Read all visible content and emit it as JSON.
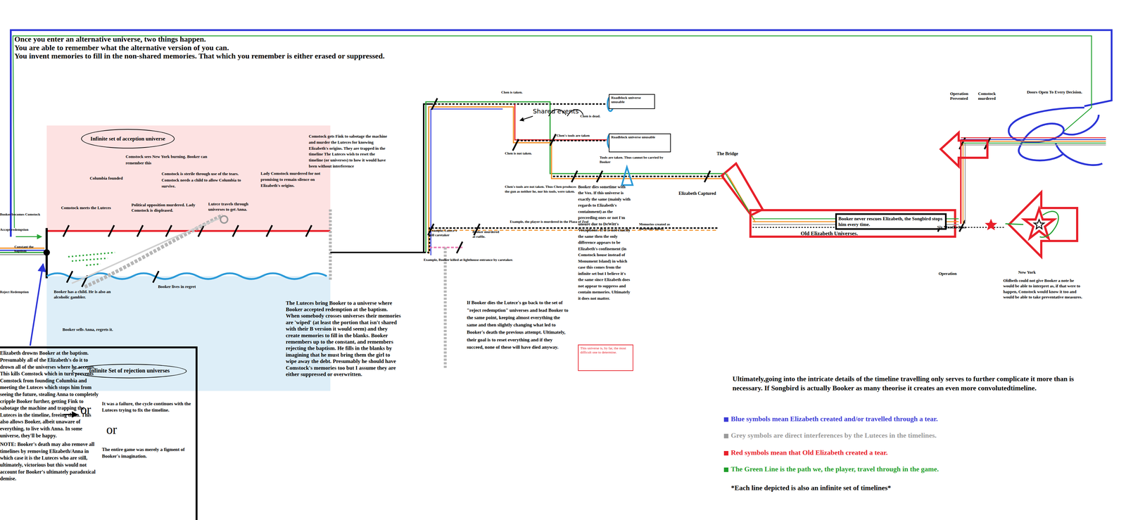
{
  "diagram": {
    "nodes": [
      {
        "text": [
          "Infinite set of acception universe"
        ]
      },
      {
        "text": [
          "Infinite Set of rejection universes"
        ]
      },
      {
        "text": [
          "Elizabeth drowns Booker at the baptism. Presumably all of the Elizabeth's do it to drown all of the universes where he accepts. This kills Comstock which in turn prevents Comstock from founding Columbia and meeting the Luteces which stops him from seeing the future, stealing Anna to completely cripple Booker further, getting Fink to sabotage the machine and trapping the Luteces in the timeline, freeing them. This also allows Booker, albeit unaware of everything, to live with Anna. In some universe, they'll be happy.",
          "NOTE: Booker's death may also remove all timelines by removing Elizabeth/Anna in which case it is the Luteces who are still, ultimately, victorious but this would not account for Booker's ultimately paradoxical demise."
        ]
      },
      {
        "text": [
          "Roadblock universe unusable"
        ]
      },
      {
        "text": [
          "Roadblock universe unusable"
        ]
      },
      {
        "text": [
          "This universe is, by far, the most difficult one to determine."
        ]
      },
      {
        "text": [
          "Booker never rescues Elizabeth, the Songbird stops him every time."
        ]
      }
    ],
    "labels": [
      "Once you enter an alternative universe, two things happen.",
      "You are able to remember what the alternative version of you can.",
      "You invent memories to fill in the non-shared memories. That which you remember is either erased or suppressed.",
      "Booker becomes Comstock",
      "Accept redemption",
      "Constant the baptism",
      "Reject Redemption",
      "Comstock meets the Luteces",
      "Columbia founded",
      "Comstock sees New York burning. Booker can remember this",
      "Political opposition murdered. Lady Comstock is displeased.",
      "Comstock is sterile through use of the tears. Comstock needs a child to allow Columbia to survive.",
      "Lutece travels through universes to get Anna.",
      "Lady Comstock murdered for not promising to remain silence on Elizabeth's origins.",
      "Comstock gets Fink to sabotage the machine and murder the Luteces for knowing Elizabeth's origins. They are trapped in the timeline The Luteces wish to reset the timeline (or universes) to how it would have been without interference",
      "Booker has a child. He is also an alcoholic gambler.",
      "Booker lives in regret",
      "Booker sells Anna, regrets it.",
      "The Luteces bring Booker to a universe where Booker accepted redemption at the baptism. When somebody crosses universes their memories are 'wiped' (at least the portion that isn't shared with their B version it would seem) and they create memories to fill in the blanks. Booker remembers up to the constant, and remembers rejecting the baptism. He fills in the blanks by imagining that he must bring them the girl to wipe away the debt. Presumably he should have Comstock's memories too but I assume they are either suppressed or overwritten.",
      "or",
      "It was a failure, the cycle continues with the Luteces trying to fix the timeline.",
      "or",
      "The entire game was merely a figment of Booker's imagination.",
      "Chen is taken.",
      "Shared events",
      "Chen is dead.",
      "Chen's tools are taken",
      "Chen is not taken.",
      "Tools are taken. Thus cannot be carried by Booker",
      "Chen's tools are not taken. Thus Chen produces the gun as neither he, nor his tools, were taken.",
      "Booker dies sometime with the Vox. If this universe is exactly the same (mainly with regards to Elizabeth's containment) as the preceeding ones or not I'm unsure due to DeWitt's Voxophone. If it is not exactly the same then the only difference appears to be Elizabeth's confinement (in Comstock house instead of Monument Island) in which case this comes from the infinite set but I believe it's the same since Elizabeth does not appear to suppress and contain memories. Ultimately it does not matter.",
      "Memories created as the events differ.",
      "Example, the player is murdered in the Plaza of Zeal",
      "Example, Lutece's kill caretaker",
      "Booker murdered at raffle.",
      "Example, Booker killed at lighthouse entrance by caretaker.",
      "If Booker dies the Lutece's go back to the set of \"reject redemption\" universes and lead Booker to the same point, keeping almost everything the same and then slightly changing what led to Booker's death the previous attempt. Ultimately, their goal is to reset everything and if they succeed, none of these will have died anyway.",
      "Elizabeth Captured",
      "The Bridge",
      "Old Elizabeth Universes.",
      "Six Months Pass",
      "Operation",
      "Operation Prevented",
      "Comstock murdered",
      "Doors Open To Every Decision.",
      "New York",
      "Oldbeth could not give Booker a note he would be able to interpret as, if that were to happen, Comstock would know it too and would be able to take preventative measures.",
      "Ultimately,going into the intricate details of the timeline travelling only serves to further complicate it more than is necessary. If Songbird is actually Booker as many theorise it creates an even more convolutedtimeline.",
      "*Each line depicted is also an infinite set of timelines*"
    ],
    "legend": [
      {
        "text": "Blue symbols mean Elizabeth created and/or travelled through a tear.",
        "color": "#3b3bd6"
      },
      {
        "text": "Grey symbols are direct interferences by the Luteces in the timelines.",
        "color": "#9a9a9a"
      },
      {
        "text": "Red symbols mean that Old Elizabeth created a tear.",
        "color": "#e8202a"
      },
      {
        "text": "The Green Line is the path we, the player, travel through in the game.",
        "color": "#1f9e2a"
      }
    ]
  }
}
